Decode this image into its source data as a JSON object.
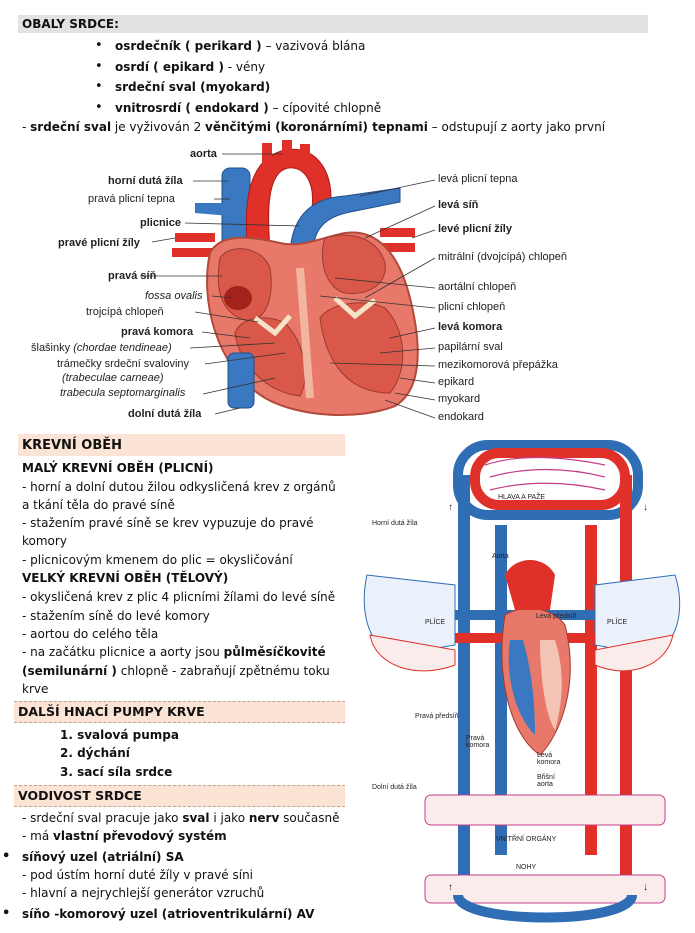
{
  "header": {
    "title": "OBALY SRDCE:"
  },
  "layers": [
    {
      "bold": "osrdečník ( perikard )",
      "rest": " – vazivová blána"
    },
    {
      "bold": "osrdí ( epikard )",
      "rest": " - vény"
    },
    {
      "bold": "srdeční sval (myokard)",
      "rest": ""
    },
    {
      "bold": "vnitrosrdí ( endokard )",
      "rest": " – cípovité chlopně"
    }
  ],
  "muscle_line": {
    "pre": "- ",
    "b1": "srdeční sval",
    "mid": " je vyživován 2 ",
    "b2": "věnčitými (koronárními) tepnami",
    "post": " – odstupují z aorty jako první"
  },
  "heart_labels": {
    "aorta": "aorta",
    "horni_duta": "horní dutá žíla",
    "prava_plicni_tepna": "pravá plicní tepna",
    "plicnice": "plicnice",
    "prave_plicni_zily": "pravé plicní žíly",
    "prava_sin": "pravá síň",
    "fossa": "fossa ovalis",
    "trojcipa": "trojcípá chlopeň",
    "prava_komora": "pravá komora",
    "slasinky": "šlašinky",
    "chordae": "(chordae tendineae)",
    "tramecky": "trámečky srdeční svaloviny",
    "trabeculae": "(trabeculae carneae)",
    "trabecula_sept": "trabecula septomarginalis",
    "dolni_duta": "dolní dutá žíla",
    "leva_plicni_tepna": "levá plicní tepna",
    "leva_sin": "levá síň",
    "leve_plicni_zily": "levé plicní žíly",
    "mitralni": "mitrální (dvojcípá) chlopeň",
    "aortalni": "aortální chlopeň",
    "plicni_chlopen": "plicní chlopeň",
    "leva_komora": "levá komora",
    "papilarni": "papilární sval",
    "mezikomorova": "mezikomorová přepážka",
    "epikard": "epikard",
    "myokard": "myokard",
    "endokard": "endokard"
  },
  "circulation": {
    "title": "KREVNÍ OBĚH",
    "small_title": "MALÝ KREVNÍ OBĚH (PLICNÍ)",
    "small_1": "- horní a dolní dutou žilou odkysličená krev z orgánů",
    "small_1b": "a tkání těla do pravé síně",
    "small_2": "- stažením pravé síně se krev vypuzuje do pravé",
    "small_2b": "komory",
    "small_3": "- plicnicovým kmenem do plic = okysličování",
    "big_title": "VELKÝ KREVNÍ OBĚH (TĚLOVÝ)",
    "big_1": "-  okysličená krev z plic 4 plicními žílami do levé síně",
    "big_2": "- stažením síně do levé komory",
    "big_3": "- aortou do celého těla",
    "big_4_pre": "- na začátku plicnice a aorty jsou ",
    "big_4_bold": "půlměsíčkovité",
    "big_5_bold": "(semilunární )",
    "big_5_rest": " chlopně - zabraňují zpětnému toku",
    "big_6": "krve"
  },
  "pumps": {
    "title": "DALŠÍ HNACÍ PUMPY KRVE",
    "items": [
      "1.  svalová pumpa",
      "2.  dýchání",
      "3.  sací síla srdce"
    ]
  },
  "conduction": {
    "title": "VODIVOST SRDCE",
    "l1_pre": "- srdeční sval pracuje jako ",
    "l1_b1": "sval",
    "l1_mid": " i jako ",
    "l1_b2": "nerv",
    "l1_post": " současně",
    "l2_pre": "- má ",
    "l2_b": "vlastní převodový systém",
    "sa_title": "síňový uzel (atriální) SA",
    "sa_1": "- pod ústím horní duté žíly v pravé síni",
    "sa_2": "- hlavní a nejrychlejší generátor vzruchů",
    "av_title": "síňo -komorový uzel (atrioventrikulární) AV"
  },
  "circ_diagram": {
    "hlava": "HLAVA A PAŽE",
    "horni": "Horní dutá žíla",
    "aorta": "Aorta",
    "plice_l": "PLÍCE",
    "plice_r": "PLÍCE",
    "leva_predsin": "Levá předsíň",
    "prava_predsin": "Pravá předsíň",
    "prava_komora": "Pravá komora",
    "leva_komora": "Levá komora",
    "bricni": "Břišní aorta",
    "dolni": "Dolní dutá žíla",
    "organy": "VNITŘNÍ ORGÁNY",
    "nohy": "NOHY"
  },
  "colors": {
    "artery": "#e0302a",
    "vein": "#2f6db5",
    "muscle": "#e8786a",
    "section_bg": "#fbe3d6"
  }
}
